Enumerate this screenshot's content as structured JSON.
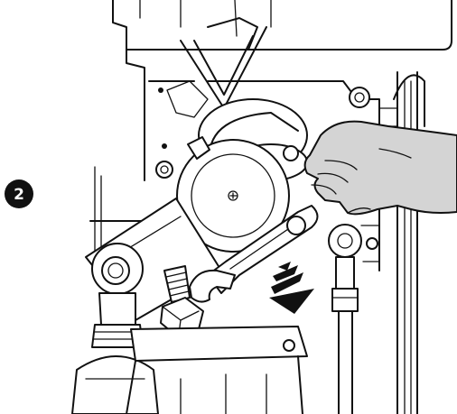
{
  "step": {
    "number": "2"
  },
  "colors": {
    "line": "#111111",
    "background": "#ffffff",
    "hand_fill": "#d4d4d4"
  },
  "icons": [
    "step-number-badge",
    "downward-motion-arrow-icon",
    "hand",
    "open-end-wrench",
    "hex-nut",
    "rod-end-bearing"
  ]
}
